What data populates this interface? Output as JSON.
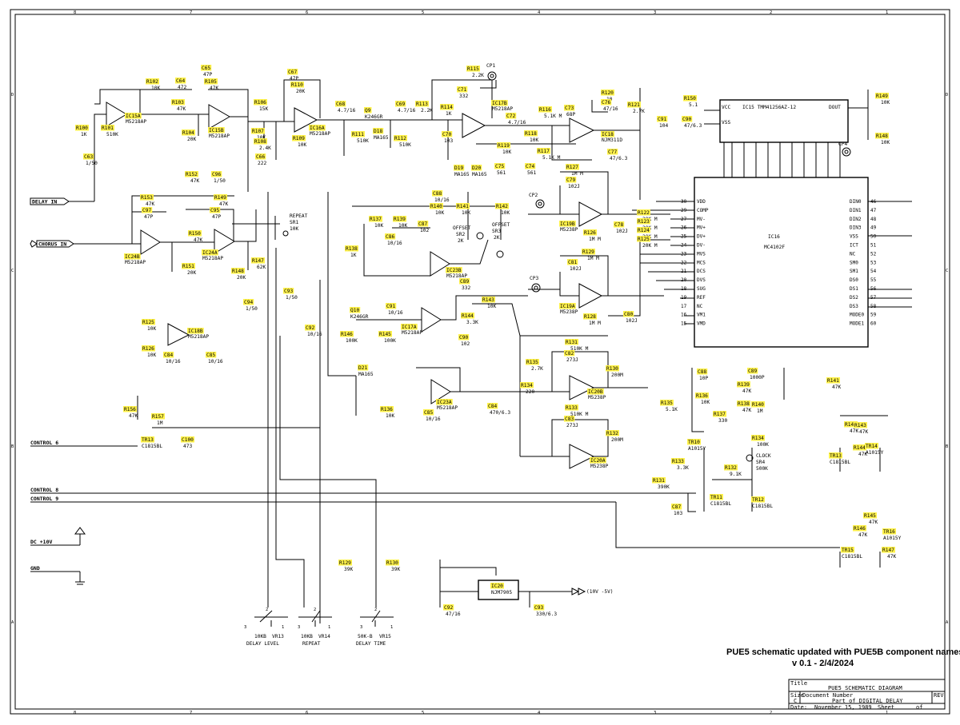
{
  "border": {
    "top": [
      "8",
      "7",
      "6",
      "5",
      "4",
      "3",
      "2",
      "1"
    ],
    "bottom": [
      "8",
      "7",
      "6",
      "5",
      "4",
      "3",
      "2",
      "1"
    ],
    "side": [
      "D",
      "C",
      "B",
      "A"
    ]
  },
  "signals": {
    "delay_in": "DELAY IN",
    "chorus_in": "CHORUS IN",
    "control6": "CONTROL 6",
    "control8": "CONTROL 8",
    "control9": "CONTROL 9",
    "dc": "DC +10V",
    "gnd": "GND",
    "out": "(10V -5V)"
  },
  "ic15": {
    "name": "IC15 TMM41256AZ-12",
    "vcc": "VCC",
    "vss": "VSS",
    "dout": "DOUT"
  },
  "ic16": {
    "name": "IC16",
    "part": "MC4102F",
    "left_pins": [
      {
        "n": "30",
        "s": "VDD"
      },
      {
        "n": "29",
        "s": "COMP"
      },
      {
        "n": "27",
        "s": "MV-"
      },
      {
        "n": "26",
        "s": "MV+"
      },
      {
        "n": "25",
        "s": "DV+"
      },
      {
        "n": "24",
        "s": "DV-"
      },
      {
        "n": "23",
        "s": "MVS"
      },
      {
        "n": "22",
        "s": "MCS"
      },
      {
        "n": "21",
        "s": "DCS"
      },
      {
        "n": "20",
        "s": "DVS"
      },
      {
        "n": "18",
        "s": "SUG"
      },
      {
        "n": "19",
        "s": "REF"
      },
      {
        "n": "17",
        "s": "NC"
      },
      {
        "n": "16",
        "s": "VM1"
      },
      {
        "n": "15",
        "s": "VMD"
      }
    ],
    "right_pins": [
      {
        "n": "46",
        "s": "DIN0"
      },
      {
        "n": "47",
        "s": "DIN1"
      },
      {
        "n": "48",
        "s": "DIN2"
      },
      {
        "n": "49",
        "s": "DIN3"
      },
      {
        "n": "50",
        "s": "VSS"
      },
      {
        "n": "51",
        "s": "ICT"
      },
      {
        "n": "52",
        "s": "NC"
      },
      {
        "n": "53",
        "s": "SM0"
      },
      {
        "n": "54",
        "s": "SM1"
      },
      {
        "n": "55",
        "s": "DS0"
      },
      {
        "n": "56",
        "s": "DS1"
      },
      {
        "n": "57",
        "s": "DS2"
      },
      {
        "n": "58",
        "s": "DS3"
      },
      {
        "n": "59",
        "s": "MODE0"
      },
      {
        "n": "60",
        "s": "MODE1"
      }
    ]
  },
  "opamps": [
    {
      "id": "IC15A",
      "part": "M5218AP"
    },
    {
      "id": "IC15B",
      "part": "M5218AP"
    },
    {
      "id": "IC16A",
      "part": "M5218AP"
    },
    {
      "id": "IC17B",
      "part": "M5218AP"
    },
    {
      "id": "IC18",
      "part": "NJM311D"
    },
    {
      "id": "IC19B",
      "part": "M5238P"
    },
    {
      "id": "IC19A",
      "part": "M5238P"
    },
    {
      "id": "IC24B",
      "part": "M5218AP"
    },
    {
      "id": "IC24A",
      "part": "M5218AP"
    },
    {
      "id": "IC23B",
      "part": "M5218AP"
    },
    {
      "id": "IC17A",
      "part": "M5218AP"
    },
    {
      "id": "IC18B",
      "part": "M5218AP"
    },
    {
      "id": "IC23A",
      "part": "M5218AP"
    },
    {
      "id": "IC20B",
      "part": "M5238P"
    },
    {
      "id": "IC20A",
      "part": "M5238P"
    }
  ],
  "resistors": [
    {
      "id": "R102",
      "v": "10K"
    },
    {
      "id": "R103",
      "v": "47K"
    },
    {
      "id": "R104",
      "v": "20K"
    },
    {
      "id": "R105",
      "v": "47K"
    },
    {
      "id": "R100",
      "v": "1K"
    },
    {
      "id": "R101",
      "v": "510K"
    },
    {
      "id": "R106",
      "v": "15K"
    },
    {
      "id": "R107",
      "v": "10K"
    },
    {
      "id": "R108",
      "v": "2.4K"
    },
    {
      "id": "R109",
      "v": "10K"
    },
    {
      "id": "R110",
      "v": "20K"
    },
    {
      "id": "R111",
      "v": "510K"
    },
    {
      "id": "R112",
      "v": "510K"
    },
    {
      "id": "R113",
      "v": "2.2K"
    },
    {
      "id": "R114",
      "v": "1K"
    },
    {
      "id": "R115",
      "v": "2.2K"
    },
    {
      "id": "R116",
      "v": "5.1K M"
    },
    {
      "id": "R118",
      "v": "10K"
    },
    {
      "id": "R119",
      "v": "10K"
    },
    {
      "id": "R117",
      "v": "5.1K M"
    },
    {
      "id": "R120",
      "v": "10"
    },
    {
      "id": "R121",
      "v": "2.7K"
    },
    {
      "id": "R127",
      "v": "1M M"
    },
    {
      "id": "R122",
      "v": "20K M"
    },
    {
      "id": "R123",
      "v": "20K M"
    },
    {
      "id": "R124",
      "v": "20K M"
    },
    {
      "id": "R125",
      "v": "20K M"
    },
    {
      "id": "R126",
      "v": "1M M"
    },
    {
      "id": "R129",
      "v": "1M M"
    },
    {
      "id": "R128",
      "v": "1M M"
    },
    {
      "id": "R149",
      "v": "10K"
    },
    {
      "id": "R148",
      "v": "10K"
    },
    {
      "id": "R150",
      "v": "5.1"
    },
    {
      "id": "R152",
      "v": "47K"
    },
    {
      "id": "R153",
      "v": "47K"
    },
    {
      "id": "R149",
      "v": "47K"
    },
    {
      "id": "R150",
      "v": "47K"
    },
    {
      "id": "R151",
      "v": "20K"
    },
    {
      "id": "R148",
      "v": "20K"
    },
    {
      "id": "R147",
      "v": "62K"
    },
    {
      "id": "R137",
      "v": "10K"
    },
    {
      "id": "R139",
      "v": "10K"
    },
    {
      "id": "R140",
      "v": "10K"
    },
    {
      "id": "R141",
      "v": "10K"
    },
    {
      "id": "R142",
      "v": "10K"
    },
    {
      "id": "R138",
      "v": "1K"
    },
    {
      "id": "R143",
      "v": "10K"
    },
    {
      "id": "R144",
      "v": "3.3K"
    },
    {
      "id": "R125",
      "v": "10K"
    },
    {
      "id": "R126",
      "v": "10K"
    },
    {
      "id": "R146",
      "v": "100K"
    },
    {
      "id": "R145",
      "v": "100K"
    },
    {
      "id": "R135",
      "v": "2.7K"
    },
    {
      "id": "R134",
      "v": "220"
    },
    {
      "id": "R136",
      "v": "10K"
    },
    {
      "id": "R131",
      "v": "510K M"
    },
    {
      "id": "R130",
      "v": "200M"
    },
    {
      "id": "R133",
      "v": "510K M"
    },
    {
      "id": "R132",
      "v": "200M"
    },
    {
      "id": "R156",
      "v": "47K"
    },
    {
      "id": "R157",
      "v": "1M"
    },
    {
      "id": "R135",
      "v": "5.1K"
    },
    {
      "id": "R136",
      "v": "10K"
    },
    {
      "id": "R137",
      "v": "330"
    },
    {
      "id": "R139",
      "v": "47K"
    },
    {
      "id": "R138",
      "v": "47K"
    },
    {
      "id": "R140",
      "v": "1M"
    },
    {
      "id": "R141",
      "v": "47K"
    },
    {
      "id": "R134",
      "v": "100K"
    },
    {
      "id": "R133",
      "v": "3.3K"
    },
    {
      "id": "R132",
      "v": "9.1K"
    },
    {
      "id": "R131",
      "v": "390K"
    },
    {
      "id": "R142",
      "v": "47K"
    },
    {
      "id": "R143",
      "v": "47K"
    },
    {
      "id": "R144",
      "v": "47K"
    },
    {
      "id": "R145",
      "v": "47K"
    },
    {
      "id": "R146",
      "v": "47K"
    },
    {
      "id": "R147",
      "v": "47K"
    },
    {
      "id": "R129",
      "v": "39K"
    },
    {
      "id": "R130",
      "v": "39K"
    }
  ],
  "capacitors": [
    {
      "id": "C64",
      "v": "472"
    },
    {
      "id": "C65",
      "v": "47P"
    },
    {
      "id": "C63",
      "v": "1/50"
    },
    {
      "id": "C67",
      "v": "47P"
    },
    {
      "id": "C66",
      "v": "222"
    },
    {
      "id": "C68",
      "v": "4.7/16"
    },
    {
      "id": "C69",
      "v": "4.7/16"
    },
    {
      "id": "C71",
      "v": "332"
    },
    {
      "id": "C70",
      "v": "103"
    },
    {
      "id": "C72",
      "v": "4.7/16"
    },
    {
      "id": "C75",
      "v": "561"
    },
    {
      "id": "C74",
      "v": "561"
    },
    {
      "id": "C73",
      "v": "68P"
    },
    {
      "id": "C76",
      "v": "47/16"
    },
    {
      "id": "C77",
      "v": "47/6.3"
    },
    {
      "id": "C79",
      "v": "102J"
    },
    {
      "id": "C78",
      "v": "102J"
    },
    {
      "id": "C81",
      "v": "102J"
    },
    {
      "id": "C80",
      "v": "102J"
    },
    {
      "id": "C91",
      "v": "104"
    },
    {
      "id": "C90",
      "v": "47/6.3"
    },
    {
      "id": "C96",
      "v": "1/50"
    },
    {
      "id": "C97",
      "v": "47P"
    },
    {
      "id": "C95",
      "v": "47P"
    },
    {
      "id": "C88",
      "v": "10/16"
    },
    {
      "id": "C87",
      "v": "102"
    },
    {
      "id": "C86",
      "v": "10/16"
    },
    {
      "id": "C89",
      "v": "332"
    },
    {
      "id": "C94",
      "v": "1/50"
    },
    {
      "id": "C93",
      "v": "1/50"
    },
    {
      "id": "C92",
      "v": "10/16"
    },
    {
      "id": "C91",
      "v": "10/16"
    },
    {
      "id": "C90",
      "v": "102"
    },
    {
      "id": "C84",
      "v": "10/16"
    },
    {
      "id": "C85",
      "v": "10/16"
    },
    {
      "id": "C82",
      "v": "273J"
    },
    {
      "id": "C83",
      "v": "273J"
    },
    {
      "id": "C84",
      "v": "470/6.3"
    },
    {
      "id": "C85",
      "v": "10/16"
    },
    {
      "id": "C100",
      "v": "473"
    },
    {
      "id": "C88",
      "v": "10P"
    },
    {
      "id": "C89",
      "v": "1000P"
    },
    {
      "id": "C87",
      "v": "103"
    },
    {
      "id": "C92",
      "v": "47/16"
    },
    {
      "id": "C93",
      "v": "330/6.3"
    }
  ],
  "semis": [
    {
      "id": "Q9",
      "v": "K246GR"
    },
    {
      "id": "Q10",
      "v": "K246GR"
    },
    {
      "id": "D18",
      "v": "MA165"
    },
    {
      "id": "D19",
      "v": "MA165"
    },
    {
      "id": "D20",
      "v": "MA165"
    },
    {
      "id": "D21",
      "v": "MA165"
    },
    {
      "id": "TR13",
      "v": "C1815BL"
    },
    {
      "id": "TR10",
      "v": "A1015Y"
    },
    {
      "id": "TR11",
      "v": "C1815BL"
    },
    {
      "id": "TR12",
      "v": "C1815BL"
    },
    {
      "id": "TR14",
      "v": "A1015Y"
    },
    {
      "id": "TR13",
      "v": "C1815BL"
    },
    {
      "id": "TR16",
      "v": "A1015Y"
    },
    {
      "id": "TR15",
      "v": "C1815BL"
    },
    {
      "id": "IC20",
      "v": "NJM7905"
    }
  ],
  "pots": [
    {
      "id": "VR13",
      "v": "10KB",
      "label": "DELAY LEVEL"
    },
    {
      "id": "VR14",
      "v": "10KB",
      "label": "REPEAT"
    },
    {
      "id": "VR15",
      "v": "50K-B",
      "label": "DELAY TIME"
    },
    {
      "id": "SR1",
      "v": "10K",
      "label": "REPEAT"
    },
    {
      "id": "SR2",
      "v": "2K",
      "label": "OFFSET"
    },
    {
      "id": "SR3",
      "v": "2K",
      "label": "OFFSET"
    },
    {
      "id": "SR4",
      "v": "500K",
      "label": "CLOCK"
    }
  ],
  "testpoints": [
    "CP1",
    "CP2",
    "CP3",
    "CP4"
  ],
  "note": {
    "line1": "PUE5 schematic updated with PUE5B component names",
    "line2": "v 0.1 - 2/4/2024"
  },
  "titleblock": {
    "title_label": "Title",
    "title": "PUE5 SCHEMATIC DIAGRAM",
    "size_label": "Size",
    "size": "C",
    "docnum_label": "Document Number",
    "docnum": "Part of DIGITAL DELAY",
    "rev_label": "REV",
    "date_label": "Date:",
    "date": "November 15, 1989",
    "sheet_label": "Sheet",
    "of_label": "of"
  }
}
